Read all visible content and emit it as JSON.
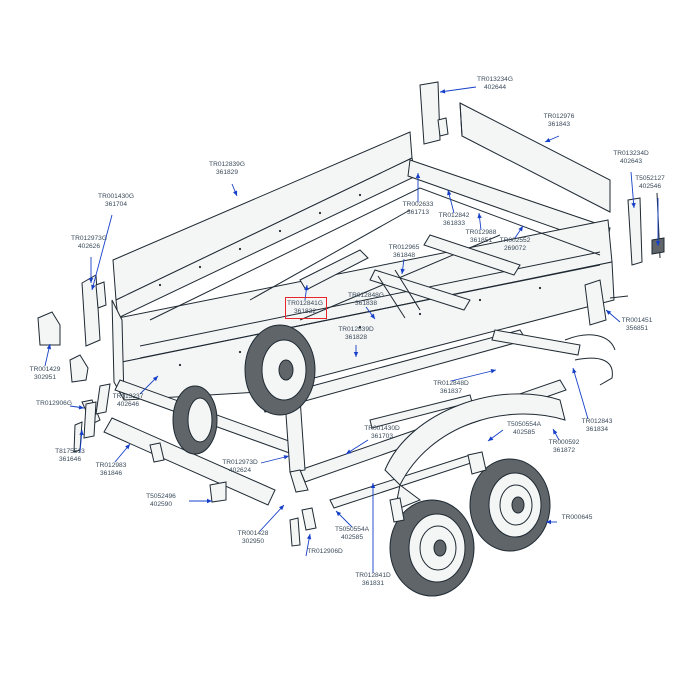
{
  "diagram": {
    "highlight_color": "#e8262a",
    "leader_color": "#1640c8",
    "highlighted_part": "p06",
    "parts": [
      {
        "id": "p01",
        "code": "TR013234G",
        "ref": "402644"
      },
      {
        "id": "p02",
        "code": "TR012976",
        "ref": "361843"
      },
      {
        "id": "p03",
        "code": "TR012839G",
        "ref": "361829"
      },
      {
        "id": "p04",
        "code": "TR013234D",
        "ref": "402643"
      },
      {
        "id": "p05",
        "code": "T5052127",
        "ref": "402546"
      },
      {
        "id": "p06",
        "code": "TR012841G",
        "ref": "361832"
      },
      {
        "id": "p07",
        "code": "TR001430G",
        "ref": "361704"
      },
      {
        "id": "p08",
        "code": "TR012973G",
        "ref": "402626"
      },
      {
        "id": "p09",
        "code": "TR002633",
        "ref": "361713"
      },
      {
        "id": "p10",
        "code": "TR012842",
        "ref": "361833"
      },
      {
        "id": "p11",
        "code": "TR012988",
        "ref": "361851"
      },
      {
        "id": "p12",
        "code": "TR002552",
        "ref": "269072"
      },
      {
        "id": "p13",
        "code": "TR012965",
        "ref": "361848"
      },
      {
        "id": "p14",
        "code": "TR012848G",
        "ref": "361838"
      },
      {
        "id": "p15",
        "code": "TR012839D",
        "ref": "361828"
      },
      {
        "id": "p16",
        "code": "TR001451",
        "ref": "356851"
      },
      {
        "id": "p17",
        "code": "TR001429",
        "ref": "302951"
      },
      {
        "id": "p18",
        "code": "TR012906G",
        "ref": ""
      },
      {
        "id": "p19",
        "code": "TR013237",
        "ref": "402646"
      },
      {
        "id": "p20",
        "code": "TR012848D",
        "ref": "361837"
      },
      {
        "id": "p21",
        "code": "T8175513",
        "ref": "361646"
      },
      {
        "id": "p22",
        "code": "TR012983",
        "ref": "361846"
      },
      {
        "id": "p23",
        "code": "TR001430D",
        "ref": "361703"
      },
      {
        "id": "p24",
        "code": "TR012973D",
        "ref": "402624"
      },
      {
        "id": "p25",
        "code": "T5050554A",
        "ref": "402585"
      },
      {
        "id": "p26",
        "code": "TR012843",
        "ref": "361834"
      },
      {
        "id": "p27",
        "code": "TR000592",
        "ref": "361872"
      },
      {
        "id": "p28",
        "code": "T5052496",
        "ref": "402590"
      },
      {
        "id": "p29",
        "code": "TR001428",
        "ref": "302950"
      },
      {
        "id": "p30",
        "code": "T5050554A",
        "ref": "402585"
      },
      {
        "id": "p31",
        "code": "TR012906D",
        "ref": ""
      },
      {
        "id": "p32",
        "code": "TR000645",
        "ref": ""
      },
      {
        "id": "p33",
        "code": "TR012841D",
        "ref": "361831"
      }
    ]
  }
}
